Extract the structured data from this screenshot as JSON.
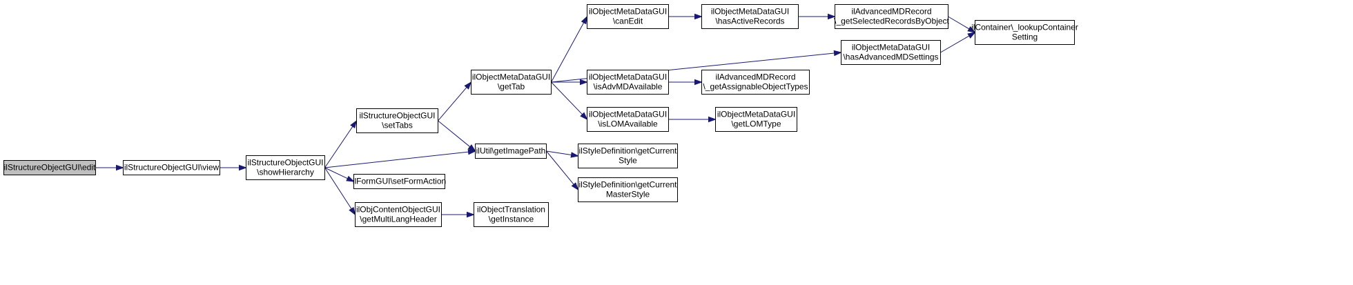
{
  "colors": {
    "node_fill": "#ffffff",
    "root_fill": "#bfbfbf",
    "node_border": "#000000",
    "edge": "#191970"
  },
  "nodes": [
    {
      "id": "edit",
      "lines": [
        "ilStructureObjectGUI\\edit"
      ],
      "root": true
    },
    {
      "id": "view",
      "lines": [
        "ilStructureObjectGUI\\view"
      ]
    },
    {
      "id": "showHierarchy",
      "lines": [
        "ilStructureObjectGUI",
        "\\showHierarchy"
      ]
    },
    {
      "id": "setTabs",
      "lines": [
        "ilStructureObjectGUI",
        "\\setTabs"
      ]
    },
    {
      "id": "setFormAction",
      "lines": [
        "ilFormGUI\\setFormAction"
      ]
    },
    {
      "id": "getMultiLangHeader",
      "lines": [
        "ilObjContentObjectGUI",
        "\\getMultiLangHeader"
      ]
    },
    {
      "id": "getTab",
      "lines": [
        "ilObjectMetaDataGUI",
        "\\getTab"
      ]
    },
    {
      "id": "getImagePath",
      "lines": [
        "ilUtil\\getImagePath"
      ]
    },
    {
      "id": "getInstance",
      "lines": [
        "ilObjectTranslation",
        "\\getInstance"
      ]
    },
    {
      "id": "canEdit",
      "lines": [
        "ilObjectMetaDataGUI",
        "\\canEdit"
      ]
    },
    {
      "id": "isAdvMDAvailable",
      "lines": [
        "ilObjectMetaDataGUI",
        "\\isAdvMDAvailable"
      ]
    },
    {
      "id": "isLOMAvailable",
      "lines": [
        "ilObjectMetaDataGUI",
        "\\isLOMAvailable"
      ]
    },
    {
      "id": "getCurrentStyle",
      "lines": [
        "ilStyleDefinition\\getCurrent",
        "Style"
      ]
    },
    {
      "id": "getCurrentMasterStyle",
      "lines": [
        "ilStyleDefinition\\getCurrent",
        "MasterStyle"
      ]
    },
    {
      "id": "hasActiveRecords",
      "lines": [
        "ilObjectMetaDataGUI",
        "\\hasActiveRecords"
      ]
    },
    {
      "id": "getAssignableObjectTypes",
      "lines": [
        "ilAdvancedMDRecord",
        "\\_getAssignableObjectTypes"
      ]
    },
    {
      "id": "getLOMType",
      "lines": [
        "ilObjectMetaDataGUI",
        "\\getLOMType"
      ]
    },
    {
      "id": "getSelectedRecordsByObject",
      "lines": [
        "ilAdvancedMDRecord",
        "\\_getSelectedRecordsByObject"
      ]
    },
    {
      "id": "hasAdvancedMDSettings",
      "lines": [
        "ilObjectMetaDataGUI",
        "\\hasAdvancedMDSettings"
      ]
    },
    {
      "id": "lookupContainerSetting",
      "lines": [
        "ilContainer\\_lookupContainer",
        "Setting"
      ]
    }
  ],
  "edges": [
    {
      "from": "edit",
      "to": "view"
    },
    {
      "from": "view",
      "to": "showHierarchy"
    },
    {
      "from": "showHierarchy",
      "to": "setTabs"
    },
    {
      "from": "showHierarchy",
      "to": "getImagePath"
    },
    {
      "from": "showHierarchy",
      "to": "setFormAction"
    },
    {
      "from": "showHierarchy",
      "to": "getMultiLangHeader"
    },
    {
      "from": "setTabs",
      "to": "getTab"
    },
    {
      "from": "setTabs",
      "to": "getImagePath"
    },
    {
      "from": "getMultiLangHeader",
      "to": "getInstance"
    },
    {
      "from": "getTab",
      "to": "canEdit"
    },
    {
      "from": "getTab",
      "to": "hasAdvancedMDSettings"
    },
    {
      "from": "getTab",
      "to": "isAdvMDAvailable"
    },
    {
      "from": "getTab",
      "to": "isLOMAvailable"
    },
    {
      "from": "getImagePath",
      "to": "getCurrentStyle"
    },
    {
      "from": "getImagePath",
      "to": "getCurrentMasterStyle"
    },
    {
      "from": "canEdit",
      "to": "hasActiveRecords"
    },
    {
      "from": "hasActiveRecords",
      "to": "getSelectedRecordsByObject"
    },
    {
      "from": "getSelectedRecordsByObject",
      "to": "lookupContainerSetting"
    },
    {
      "from": "hasAdvancedMDSettings",
      "to": "lookupContainerSetting"
    },
    {
      "from": "isAdvMDAvailable",
      "to": "getAssignableObjectTypes"
    },
    {
      "from": "isLOMAvailable",
      "to": "getLOMType"
    }
  ]
}
